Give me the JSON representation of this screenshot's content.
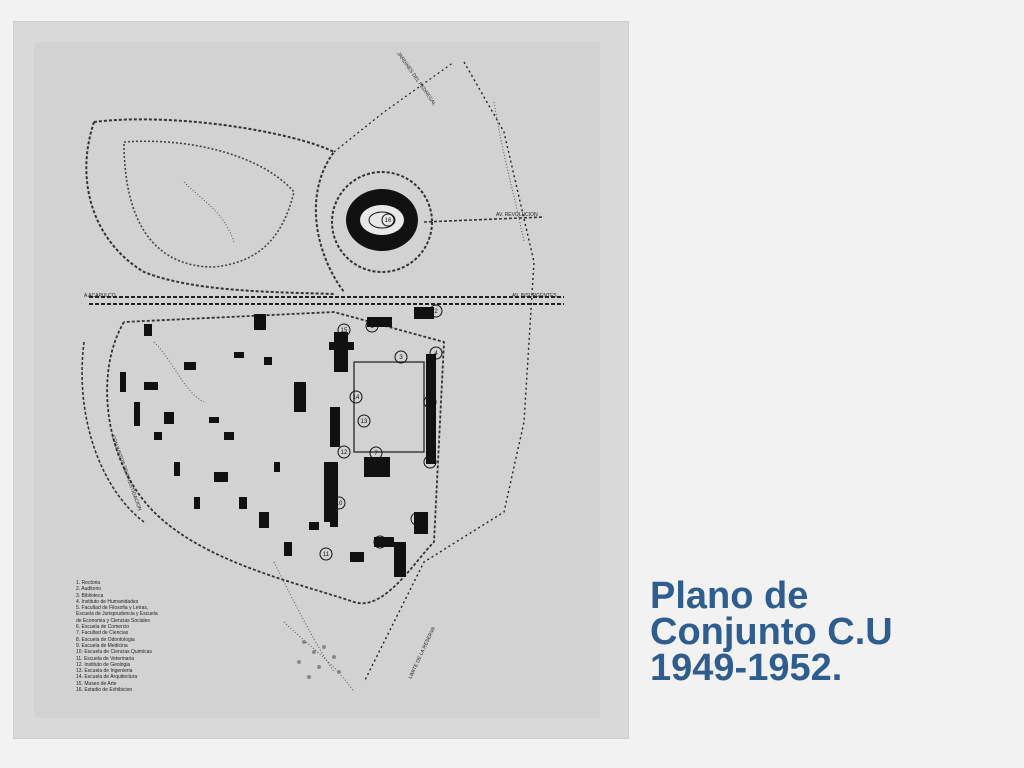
{
  "title": {
    "line1": "Plano de",
    "line2": "Conjunto C.U",
    "line3": "1949-1952."
  },
  "map": {
    "legend": [
      "1. Rectoria",
      "2. Auditorio",
      "3. Biblioteca",
      "4. Instituto de Humanidades",
      "5. Facultad de Filosofia y Letras,",
      "   Escuela de Jurisprudencia y Escuela",
      "   de Economia y Ciencias Sociales",
      "6. Escuela de Comercio",
      "7. Facultad de Ciencias",
      "8. Escuela de Odontologia",
      "9. Escuela de Medicina",
      "10. Escuela de Ciencias Quimicas",
      "11. Escuela de Veterinaria",
      "12. Instituto de Geologia",
      "13. Escuela de Ingenieria",
      "14. Escuela de Arquitectura",
      "15. Museo de Arte",
      "16. Estadio de Exhibicion"
    ],
    "roads": {
      "acapulco": "A ACAPULCO",
      "insurgentes": "AV. INSURGENTES",
      "revolucion": "AV. REVOLUCION",
      "jardines": "JARDINES DEL PEDREGAL",
      "conjuntos": "CONJUNTOS DE INVESTIGACION",
      "limite": "LIMITE DE LA RESERVA"
    },
    "building_numbers": [
      "1",
      "2",
      "3",
      "4",
      "5",
      "6",
      "7",
      "8",
      "9",
      "10",
      "11",
      "12",
      "13",
      "14",
      "15",
      "16"
    ]
  }
}
